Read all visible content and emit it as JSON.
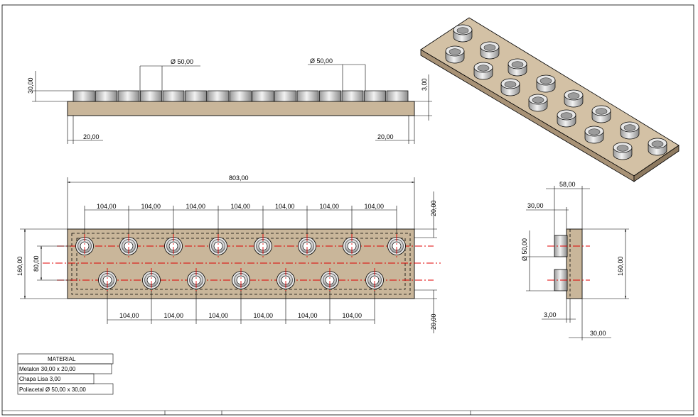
{
  "dimensions": {
    "front_diameter_left": "Ø 50,00",
    "front_diameter_right": "Ø 50,00",
    "front_height": "30,00",
    "front_thickness": "3,00",
    "front_edge_left": "20,00",
    "front_edge_right": "20,00",
    "overall_length": "803,00",
    "pitch_top": [
      "104,00",
      "104,00",
      "104,00",
      "104,00",
      "104,00",
      "104,00",
      "104,00"
    ],
    "pitch_bottom": [
      "104,00",
      "104,00",
      "104,00",
      "104,00",
      "104,00",
      "104,00"
    ],
    "plate_width": "160,00",
    "row_spacing": "80,00",
    "top_margin": "20,00",
    "bottom_margin": "20,00",
    "side_width_total": "58,00",
    "side_width_part": "30,00",
    "side_diameter": "Ø 50,00",
    "side_height": "160,00",
    "side_thickness": "3,00",
    "side_bottom": "30,00"
  },
  "material_table": {
    "header": "MATERIAL",
    "rows": [
      "Metalon 30,00 x 20,00",
      "Chapa Lisa  3,00",
      "Poliacetal Ø 50,00 x 30,00"
    ]
  },
  "colors": {
    "plate": "#c9b69a",
    "centerline": "#e00000",
    "bushing": "#dcdcdc"
  }
}
